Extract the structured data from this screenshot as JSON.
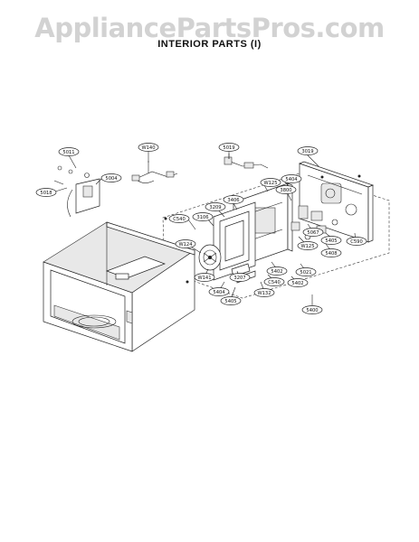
{
  "watermark": "AppliancePartsPros.com",
  "title": "INTERIOR PARTS (I)",
  "callouts": [
    "5011",
    "W140",
    "5019",
    "3019",
    "5004",
    "5018",
    "3209",
    "3406",
    "W125",
    "5404",
    "3800",
    "C540",
    "3106",
    "W124",
    "W125",
    "5067",
    "5405",
    "C590",
    "5408",
    "5402",
    "5021",
    "3207",
    "W141",
    "C540",
    "5402",
    "5404",
    "5405",
    "W132",
    "5400"
  ]
}
